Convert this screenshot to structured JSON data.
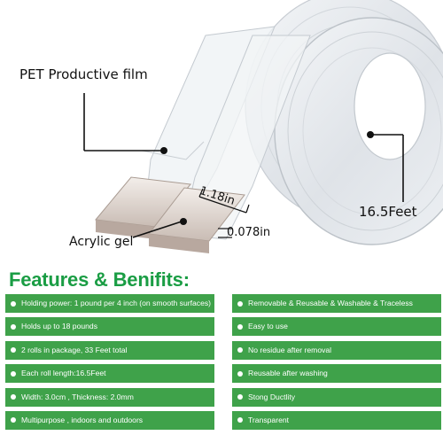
{
  "callouts": {
    "film": "PET Productive film",
    "width": "1.18in",
    "thickness": "0.078in",
    "gel": "Acrylic gel",
    "length": "16.5Feet"
  },
  "features_title": "Features & Benifits:",
  "features_left": [
    "Holding power: 1 pound per 4 inch (on smooth surfaces)",
    "Holds up to 18 pounds",
    "2 rolls in package, 33 Feet total",
    "Each roll length:16.5Feet",
    "Width: 3.0cm , Thickness: 2.0mm",
    "Multipurpose , indoors and outdoors"
  ],
  "features_right": [
    "Removable & Reusable & Washable & Traceless",
    "Easy to use",
    "No residue after removal",
    "Reusable after washing",
    "Stong Ductlity",
    "Transparent"
  ],
  "colors": {
    "accent": "#3fa24a",
    "title": "#1a9d44"
  }
}
